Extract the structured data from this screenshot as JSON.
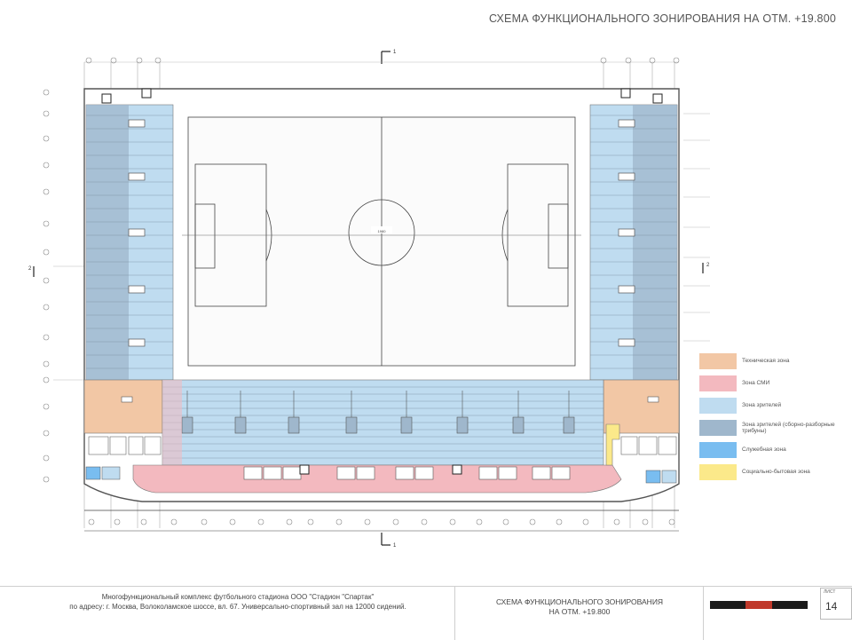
{
  "sheet": {
    "title": "СХЕМА ФУНКЦИОНАЛЬНОГО ЗОНИРОВАНИЯ НА ОТМ. +19.800",
    "section_label_top": "1",
    "section_label_bottom": "1",
    "section_label_left": "2",
    "section_label_right": "2",
    "field_label": "1980"
  },
  "legend": [
    {
      "label": "Техническая зона",
      "color": "#f2c7a5"
    },
    {
      "label": "Зона СМИ",
      "color": "#f3b9bf"
    },
    {
      "label": "Зона зрителей",
      "color": "#bfdcf0"
    },
    {
      "label": "Зона зрителей (сборно-разборные трибуны)",
      "color": "#9fb7cc"
    },
    {
      "label": "Служебная зона",
      "color": "#79bdf0"
    },
    {
      "label": "Социально-бытовая зона",
      "color": "#fbe98a"
    }
  ],
  "title_block": {
    "description_line1": "Многофункциональный комплекс футбольного стадиона ООО \"Стадион \"Спартак\"",
    "description_line2": "по адресу: г. Москва, Волоколамское шоссе, вл. 67. Универсально-спортивный зал на 12000 сидений.",
    "drawing_title_line1": "СХЕМА ФУНКЦИОНАЛЬНОГО ЗОНИРОВАНИЯ",
    "drawing_title_line2": "НА ОТМ. +19.800",
    "sheet_label": "ЛИСТ",
    "sheet_number": "14"
  },
  "colors": {
    "technical": "#f2c7a5",
    "media": "#f3b9bf",
    "spectators": "#bfdcf0",
    "spectators_removable": "#9fb7cc",
    "service": "#79bdf0",
    "social": "#fbe98a",
    "line": "#555555"
  }
}
